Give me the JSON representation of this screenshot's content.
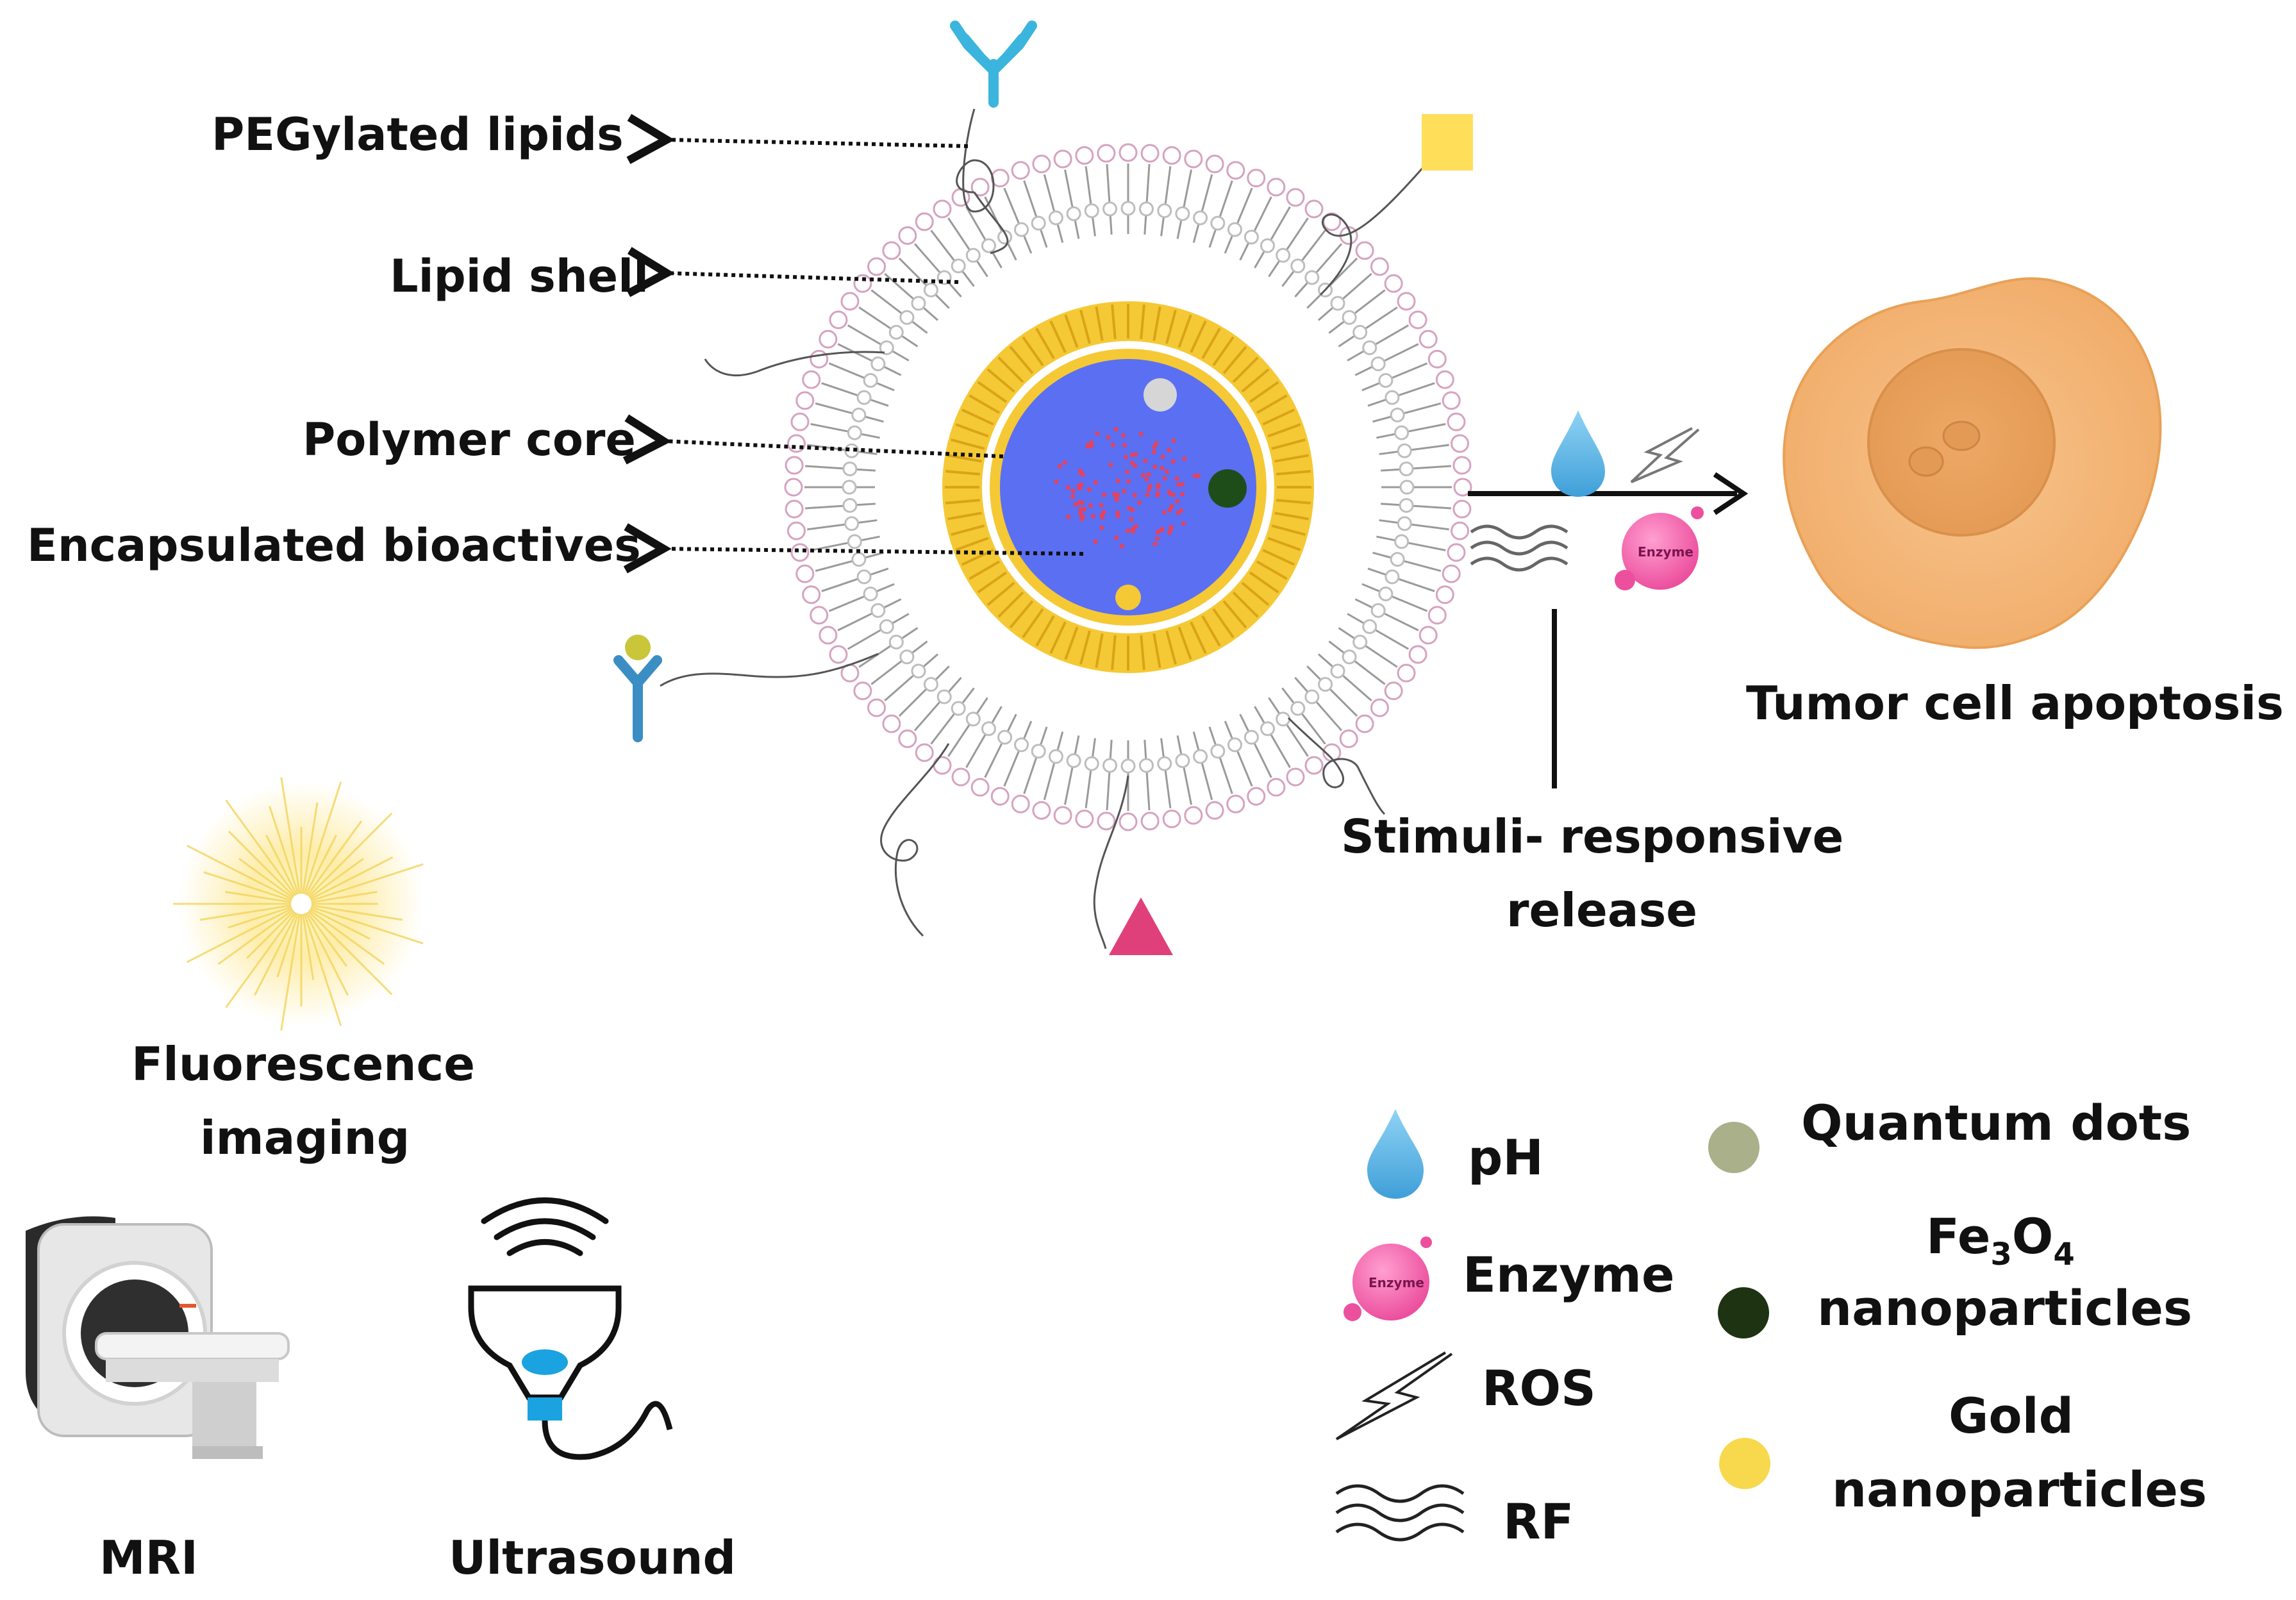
{
  "labels": {
    "pegylated_lipids": "PEGylated lipids",
    "lipid_shell": "Lipid shell",
    "polymer_core": "Polymer core",
    "encapsulated_bioactives": "Encapsulated bioactives",
    "tumor_cell_apoptosis": "Tumor cell apoptosis",
    "stimuli_release_line1": "Stimuli- responsive",
    "stimuli_release_line2": "release",
    "fluorescence_line1": "Fluorescence",
    "fluorescence_line2": "imaging",
    "mri": "MRI",
    "ultrasound": "Ultrasound",
    "enzyme_tag": "Enzyme"
  },
  "legend": {
    "stimuli": [
      {
        "key": "ph",
        "label": "pH",
        "icon": "water-drop-icon"
      },
      {
        "key": "enzyme",
        "label": "Enzyme",
        "icon": "enzyme-bubble-icon"
      },
      {
        "key": "ros",
        "label": "ROS",
        "icon": "lightning-icon"
      },
      {
        "key": "rf",
        "label": "RF",
        "icon": "wave-icon"
      }
    ],
    "particles": [
      {
        "key": "quantum_dots",
        "line1": "Quantum dots",
        "line2": "",
        "color": "#a9b08a"
      },
      {
        "key": "fe3o4",
        "line1": "Fe",
        "sub1": "3",
        "mid": "O",
        "sub2": "4",
        "line2": "nanoparticles",
        "color": "#1e3312"
      },
      {
        "key": "gold",
        "line1": "Gold",
        "line2": "nanoparticles",
        "color": "#f8d94e"
      }
    ]
  },
  "colors": {
    "core": "#5b6ff2",
    "yellow_shell": "#f5c935",
    "lipid_head": "#e8bfd6",
    "tumor_cell": "#f4b879",
    "antibody": "#3bb5dd",
    "triangle": "#e0407a",
    "square": "#ffdf5a",
    "enzyme": "#f06bb0"
  }
}
